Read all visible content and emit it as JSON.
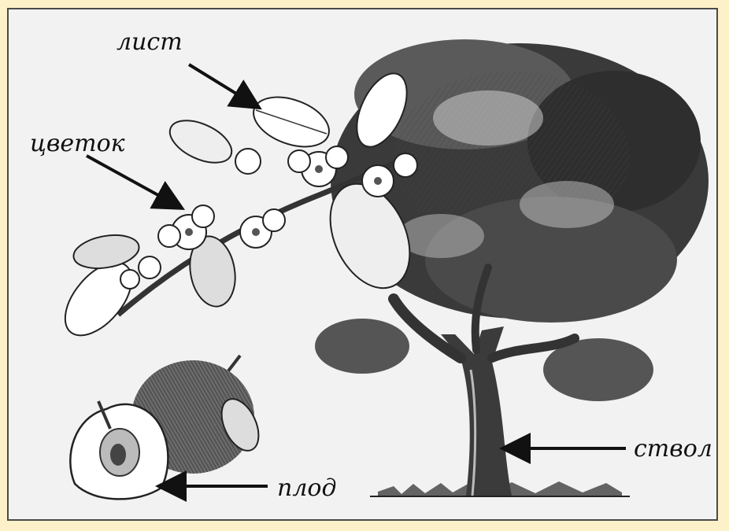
{
  "labels": {
    "leaf": "лист",
    "flower": "цветок",
    "trunk": "ствол",
    "fruit": "плод"
  },
  "colors": {
    "background": "#fdf1c9",
    "panel": "#f2f2f2",
    "ink": "#111111"
  }
}
